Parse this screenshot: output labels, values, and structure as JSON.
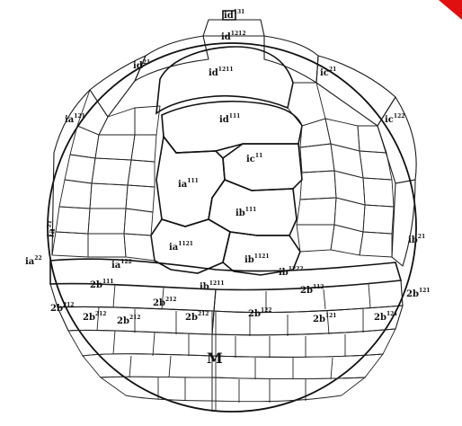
{
  "figure": {
    "labels": [
      {
        "id": "id-131",
        "base": "id",
        "sup": "131"
      },
      {
        "id": "id-1212",
        "base": "id",
        "sup": "1212"
      },
      {
        "id": "id-21",
        "base": "id",
        "sup": "21"
      },
      {
        "id": "id-1211",
        "base": "id",
        "sup": "1211"
      },
      {
        "id": "ic-21",
        "base": "ic",
        "sup": "21"
      },
      {
        "id": "ia-121",
        "base": "ia",
        "sup": "121"
      },
      {
        "id": "id-111",
        "base": "id",
        "sup": "111"
      },
      {
        "id": "ic-122",
        "base": "ic",
        "sup": "122"
      },
      {
        "id": "ic-11",
        "base": "ic",
        "sup": "11"
      },
      {
        "id": "ia-111",
        "base": "ia",
        "sup": "111"
      },
      {
        "id": "ib-111",
        "base": "ib",
        "sup": "111"
      },
      {
        "id": "ia-21",
        "base": "ia",
        "sup": "21"
      },
      {
        "id": "ib-21",
        "base": "ib",
        "sup": "21"
      },
      {
        "id": "ia-1121",
        "base": "ia",
        "sup": "1121"
      },
      {
        "id": "ib-1121",
        "base": "ib",
        "sup": "1121"
      },
      {
        "id": "ia-22",
        "base": "ia",
        "sup": "22"
      },
      {
        "id": "ia-122",
        "base": "ia",
        "sup": "122"
      },
      {
        "id": "ib-1211",
        "base": "ib",
        "sup": "1211"
      },
      {
        "id": "ib-1222",
        "base": "ib",
        "sup": "1222"
      },
      {
        "id": "2b-111",
        "base": "2b",
        "sup": "111"
      },
      {
        "id": "2b-112",
        "base": "2b",
        "sup": "112"
      },
      {
        "id": "2b-121-r",
        "base": "2b",
        "sup": "121"
      },
      {
        "id": "2b-212-a",
        "base": "2b",
        "sup": "212"
      },
      {
        "id": "2b-212-b",
        "base": "2b",
        "sup": "212"
      },
      {
        "id": "2b-212-c",
        "base": "2b",
        "sup": "212"
      },
      {
        "id": "2b-212-d",
        "base": "2b",
        "sup": "212"
      },
      {
        "id": "2b-122",
        "base": "2b",
        "sup": "122"
      },
      {
        "id": "2b-121-a",
        "base": "2b",
        "sup": "121"
      },
      {
        "id": "2b-121-b",
        "base": "2b",
        "sup": "121"
      },
      {
        "id": "2b-212-e",
        "base": "2b",
        "sup": "212"
      },
      {
        "id": "M",
        "base": "M",
        "sup": ""
      }
    ],
    "accent_color": "#e01010"
  }
}
